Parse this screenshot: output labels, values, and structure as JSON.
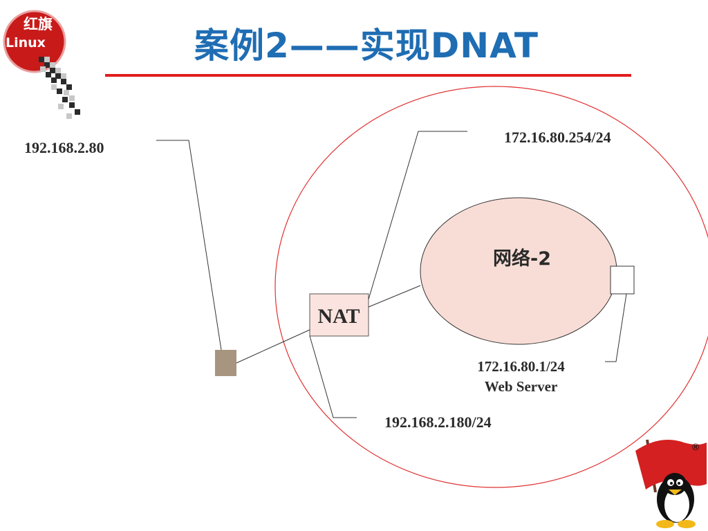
{
  "slide": {
    "title": "案例2——实现DNAT"
  },
  "logo": {
    "chinese": "红旗",
    "latin": "Linux"
  },
  "diagram": {
    "client_ip": "192.168.2.80",
    "nat_label": "NAT",
    "nat_internal_ip": "172.16.80.254/24",
    "nat_external_ip": "192.168.2.180/24",
    "network_label": "网络-2",
    "server_ip": "172.16.80.1/24",
    "server_name": "Web Server"
  },
  "colors": {
    "title": "#1f6db3",
    "underline": "#e01e1e",
    "outer_circle": "#e03030",
    "network_fill": "#f8ddd6",
    "nat_fill": "#fbe4df",
    "client_node": "#a89580"
  }
}
